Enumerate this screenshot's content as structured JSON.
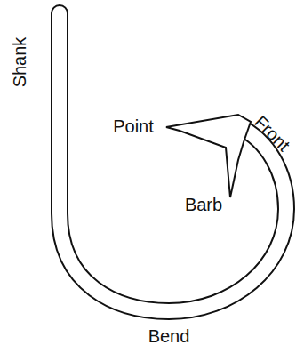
{
  "diagram": {
    "labels": [
      "Shank",
      "Point",
      "Barb",
      "Front",
      "Bend"
    ]
  }
}
